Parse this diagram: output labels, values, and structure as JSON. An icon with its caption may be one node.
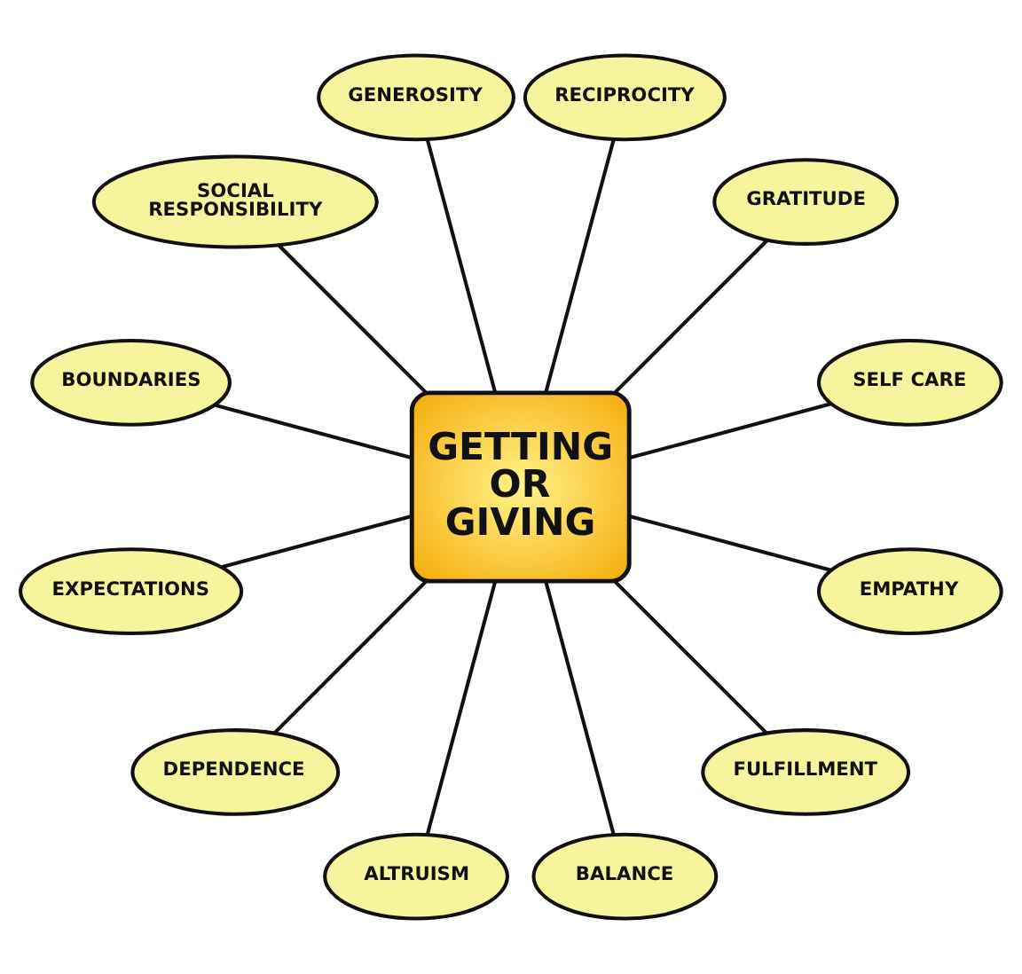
{
  "diagram": {
    "nodes": [
      {
        "text": [
          "GETTING OR GIVING"
        ]
      },
      {
        "text": [
          "GENEROSITY"
        ]
      },
      {
        "text": [
          "RECIPROCITY"
        ]
      },
      {
        "text": [
          "GRATITUDE"
        ]
      },
      {
        "text": [
          "SOCIAL RESPONSIBILITY"
        ]
      },
      {
        "text": [
          "SELF CARE"
        ]
      },
      {
        "text": [
          "BOUNDARIES"
        ]
      },
      {
        "text": [
          "EMPATHY"
        ]
      },
      {
        "text": [
          "EXPECTATIONS"
        ]
      },
      {
        "text": [
          "FULFILLMENT"
        ]
      },
      {
        "text": [
          "DEPENDENCE"
        ]
      },
      {
        "text": [
          "ALTRUISM"
        ]
      },
      {
        "text": [
          "BALANCE"
        ]
      }
    ],
    "edges": [
      {
        "from": 0,
        "to": 1,
        "arrow": "none"
      },
      {
        "from": 0,
        "to": 2,
        "arrow": "none"
      },
      {
        "from": 0,
        "to": 3,
        "arrow": "none"
      },
      {
        "from": 0,
        "to": 4,
        "arrow": "none"
      },
      {
        "from": 0,
        "to": 5,
        "arrow": "none"
      },
      {
        "from": 0,
        "to": 6,
        "arrow": "none"
      },
      {
        "from": 0,
        "to": 7,
        "arrow": "none"
      },
      {
        "from": 0,
        "to": 8,
        "arrow": "none"
      },
      {
        "from": 0,
        "to": 9,
        "arrow": "none"
      },
      {
        "from": 0,
        "to": 10,
        "arrow": "none"
      },
      {
        "from": 0,
        "to": 11,
        "arrow": "none"
      },
      {
        "from": 0,
        "to": 12,
        "arrow": "none"
      }
    ]
  }
}
